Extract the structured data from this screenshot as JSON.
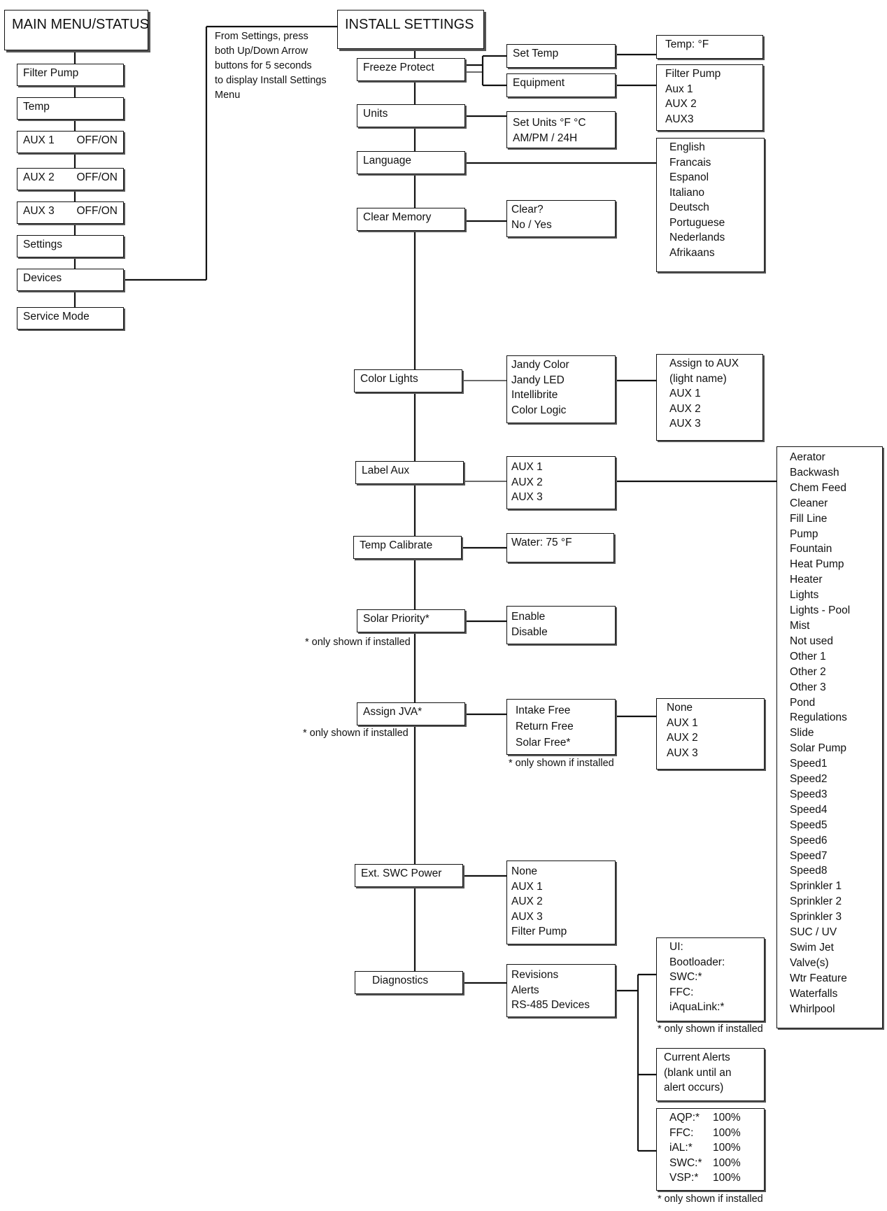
{
  "main_menu": {
    "title": "MAIN MENU/STATUS",
    "items": [
      {
        "label": "Filter Pump"
      },
      {
        "label": "Temp"
      },
      {
        "label": "AUX 1",
        "value": "OFF/ON"
      },
      {
        "label": "AUX 2",
        "value": "OFF/ON"
      },
      {
        "label": "AUX 3",
        "value": "OFF/ON"
      },
      {
        "label": "Settings"
      },
      {
        "label": "Devices"
      },
      {
        "label": "Service Mode"
      }
    ]
  },
  "note_install": [
    "From Settings, press",
    "both Up/Down Arrow",
    "buttons for 5 seconds",
    "to display Install Settings",
    "Menu"
  ],
  "install": {
    "title": "INSTALL SETTINGS",
    "items": [
      "Freeze Protect",
      "Units",
      "Language",
      "Clear Memory",
      "Color Lights",
      "Label Aux",
      "Temp Calibrate",
      "Solar Priority*",
      "Assign JVA*",
      "Ext. SWC Power",
      "Diagnostics"
    ]
  },
  "subs": {
    "set_temp": [
      "Set Temp"
    ],
    "equipment": [
      "Equipment"
    ],
    "temp_unit": [
      "Temp:  °F"
    ],
    "freeze_equipment": [
      "Filter Pump",
      "Aux 1",
      "AUX 2",
      "AUX3"
    ],
    "units": [
      "Set Units  °F  °C",
      "AM/PM / 24H"
    ],
    "languages": [
      "English",
      "Francais",
      "Espanol",
      "Italiano",
      "Deutsch",
      "Portuguese",
      "Nederlands",
      "Afrikaans"
    ],
    "clear_memory": [
      "Clear?",
      "No / Yes"
    ],
    "light_types": [
      "Jandy Color",
      "Jandy LED",
      "Intellibrite",
      "Color Logic"
    ],
    "assign_aux": [
      "Assign to AUX",
      "(light name)",
      "AUX 1",
      "AUX 2",
      "AUX 3"
    ],
    "label_aux": [
      "AUX 1",
      "AUX 2",
      "AUX 3"
    ],
    "aux_labels": [
      "Aerator",
      "Backwash",
      "Chem Feed",
      "Cleaner",
      "Fill Line",
      "Pump",
      "Fountain",
      "Heat Pump",
      "Heater",
      "Lights",
      "Lights - Pool",
      "Mist",
      "Not used",
      "Other 1",
      "Other 2",
      "Other 3",
      "Pond",
      "Regulations",
      "Slide",
      "Solar Pump",
      "Speed1",
      "Speed2",
      "Speed3",
      "Speed4",
      "Speed5",
      "Speed6",
      "Speed7",
      "Speed8",
      "Sprinkler 1",
      "Sprinkler 2",
      "Sprinkler 3",
      "SUC / UV",
      "Swim Jet",
      "Valve(s)",
      "Wtr Feature",
      "Waterfalls",
      "Whirlpool"
    ],
    "temp_calibrate": [
      "Water: 75 °F"
    ],
    "solar_priority": [
      "Enable",
      "Disable"
    ],
    "jva": [
      "Intake Free",
      "Return Free",
      "Solar Free*"
    ],
    "jva_assign": [
      "None",
      "AUX 1",
      "AUX 2",
      "AUX 3"
    ],
    "swc_power": [
      "None",
      "AUX 1",
      "AUX 2",
      "AUX 3",
      "Filter Pump"
    ],
    "diagnostics": [
      "Revisions",
      "Alerts",
      "RS-485 Devices"
    ],
    "revisions": [
      "UI:",
      "Bootloader:",
      "SWC:*",
      "FFC:",
      "iAquaLink:*"
    ],
    "alerts": [
      "Current Alerts",
      "(blank until an",
      "alert occurs)"
    ],
    "rs485": [
      {
        "k": "AQP:*",
        "v": "100%"
      },
      {
        "k": "FFC:",
        "v": "100%"
      },
      {
        "k": "iAL:*",
        "v": "100%"
      },
      {
        "k": "SWC:*",
        "v": "100%"
      },
      {
        "k": "VSP:*",
        "v": "100%"
      }
    ]
  },
  "installed_note": "* only shown if installed"
}
